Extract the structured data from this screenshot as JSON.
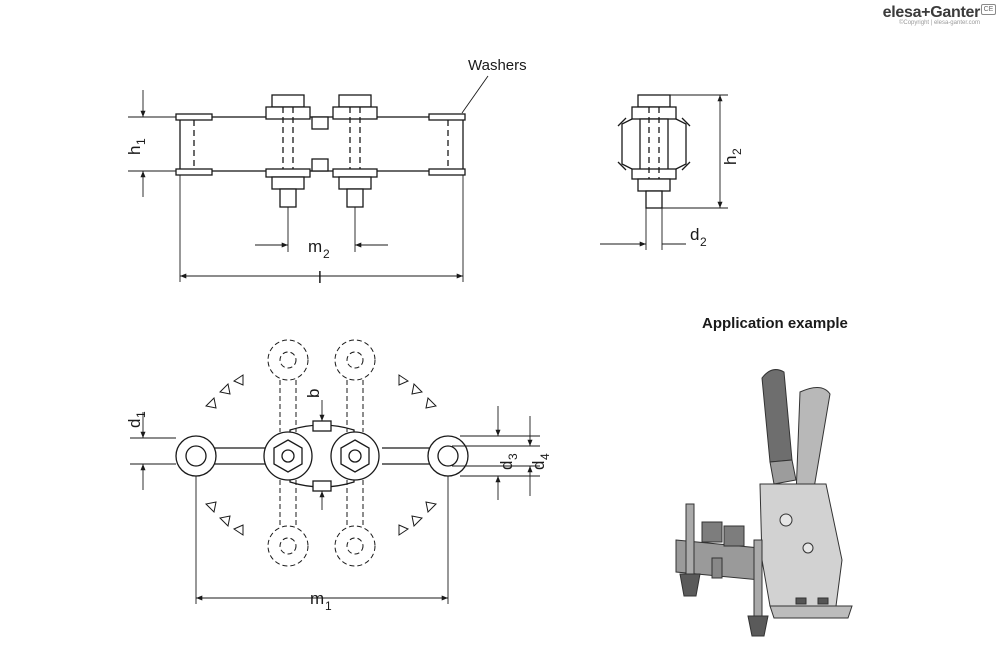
{
  "brand": {
    "name": "elesa+Ganter",
    "copyright": "©Copyright | elesa-ganter.com",
    "mark": "CE"
  },
  "labels": {
    "washers": "Washers",
    "h1_main": "h",
    "h1_sub": "1",
    "h2_main": "h",
    "h2_sub": "2",
    "m2_main": "m",
    "m2_sub": "2",
    "l": "l",
    "d2_main": "d",
    "d2_sub": "2",
    "d1_main": "d",
    "d1_sub": "1",
    "b": "b",
    "d3_main": "d",
    "d3_sub": "3",
    "d4_main": "d",
    "d4_sub": "4",
    "m1_main": "m",
    "m1_sub": "1"
  },
  "application_title": "Application example"
}
